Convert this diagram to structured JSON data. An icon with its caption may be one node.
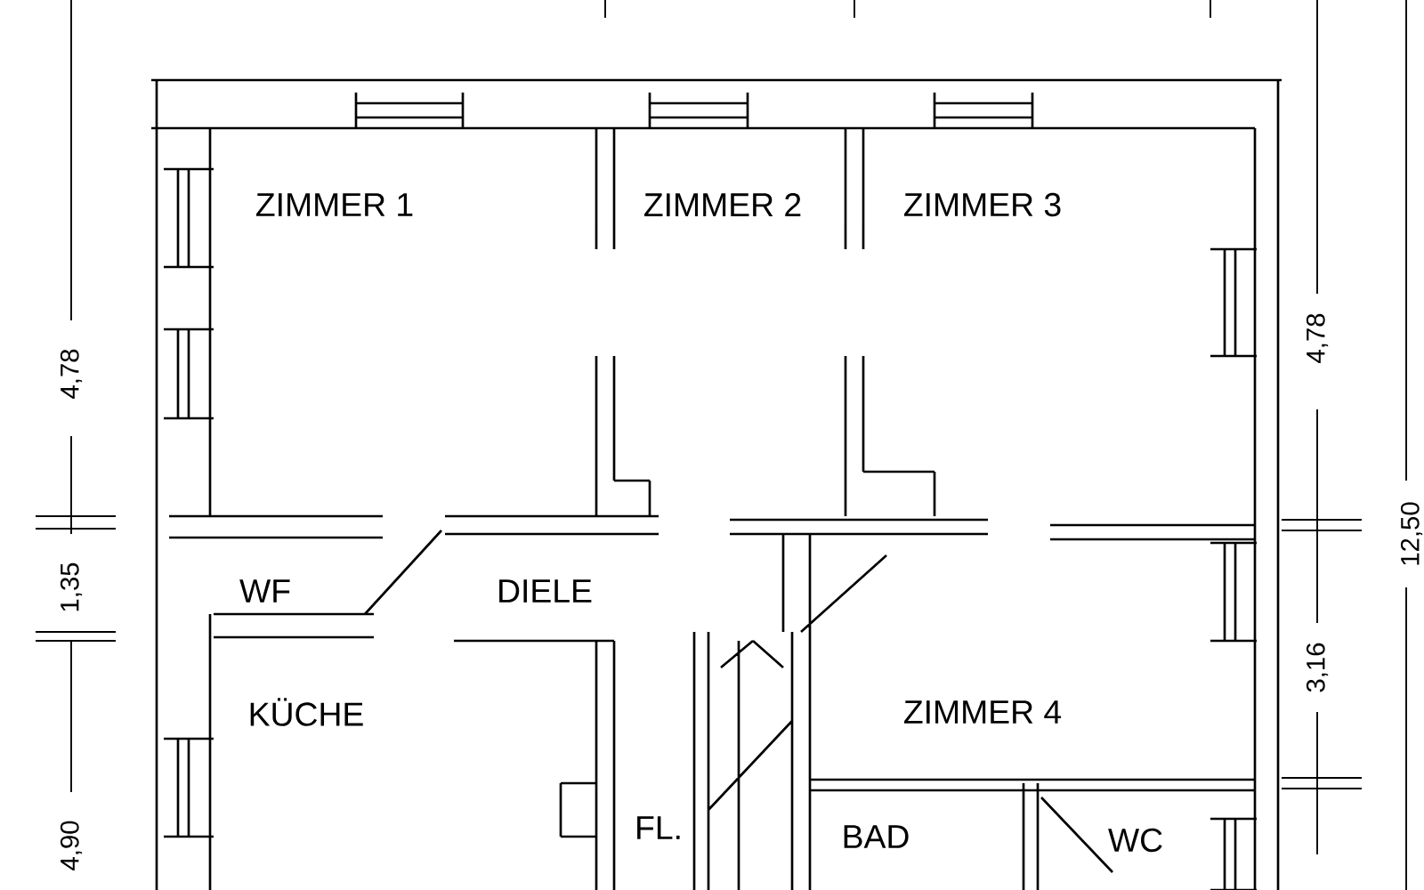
{
  "diagram": {
    "labels": [
      "ZIMMER 1",
      "ZIMMER 2",
      "ZIMMER 3",
      "WF",
      "DIELE",
      "KÜCHE",
      "ZIMMER 4",
      "FL.",
      "BAD",
      "WC",
      "4,78",
      "1,35",
      "4,90",
      "4,78",
      "3,16",
      "12,50"
    ]
  }
}
